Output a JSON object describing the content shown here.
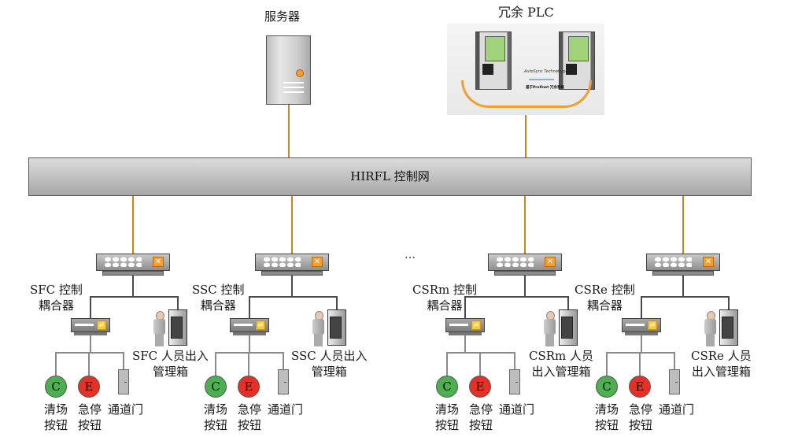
{
  "diagram": {
    "server": {
      "label": "服务器",
      "icon": "server-icon"
    },
    "plc": {
      "label": "冗余 PLC",
      "image_text_tech": "AutoSync Technology",
      "image_text_redundancy": "基于Profinet 冗余系统",
      "icon": "redundant-plc-image"
    },
    "network": {
      "label": "HIRFL 控制网"
    },
    "ellipsis": "…",
    "colors": {
      "uplink_line": "#c8841e",
      "branch_line": "#4a4a4a",
      "clear_button": "#4caf50",
      "estop_button": "#e53125",
      "switch_accent": "#f0a030",
      "coupler_accent": "#f5c84a"
    },
    "stations": [
      {
        "name": "SFC",
        "coupler_label_line1": "SFC 控制",
        "coupler_label_line2": "耦合器",
        "access_label_line1": "SFC 人员出入",
        "access_label_line2": "管理箱",
        "clear_button": {
          "glyph": "C",
          "label_line1": "清场",
          "label_line2": "按钮"
        },
        "estop_button": {
          "glyph": "E",
          "label_line1": "急停",
          "label_line2": "按钮"
        },
        "door_label": "通道门"
      },
      {
        "name": "SSC",
        "coupler_label_line1": "SSC 控制",
        "coupler_label_line2": "耦合器",
        "access_label_line1": "SSC 人员出入",
        "access_label_line2": "管理箱",
        "clear_button": {
          "glyph": "C",
          "label_line1": "清场",
          "label_line2": "按钮"
        },
        "estop_button": {
          "glyph": "E",
          "label_line1": "急停",
          "label_line2": "按钮"
        },
        "door_label": "通道门"
      },
      {
        "name": "CSRm",
        "coupler_label_line1": "CSRm 控制",
        "coupler_label_line2": "耦合器",
        "access_label_line1": "CSRm 人员",
        "access_label_line2": "出入管理箱",
        "clear_button": {
          "glyph": "C",
          "label_line1": "清场",
          "label_line2": "按钮"
        },
        "estop_button": {
          "glyph": "E",
          "label_line1": "急停",
          "label_line2": "按钮"
        },
        "door_label": "通道门"
      },
      {
        "name": "CSRe",
        "coupler_label_line1": "CSRe 控制",
        "coupler_label_line2": "耦合器",
        "access_label_line1": "CSRe 人员",
        "access_label_line2": "出入管理箱",
        "clear_button": {
          "glyph": "C",
          "label_line1": "清场",
          "label_line2": "按钮"
        },
        "estop_button": {
          "glyph": "E",
          "label_line1": "急停",
          "label_line2": "按钮"
        },
        "door_label": "通道门"
      }
    ]
  }
}
